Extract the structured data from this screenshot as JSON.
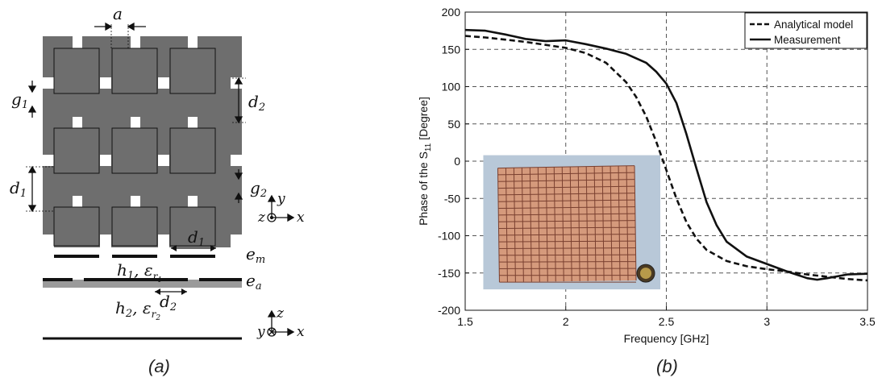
{
  "diagram": {
    "labels": {
      "a": "a",
      "g1": "g",
      "g1_sub": "1",
      "d2_top": "d",
      "d2_top_sub": "2",
      "d1_left": "d",
      "d1_left_sub": "1",
      "g2": "g",
      "g2_sub": "2",
      "axis_y": "y",
      "axis_x": "x",
      "axis_z": "z",
      "d1_side": "d",
      "d1_side_sub": "1",
      "em": "e",
      "em_sub": "m",
      "h1": "h",
      "h1_sub": "1",
      "eps1": "ε",
      "eps1_sub": "r",
      "eps1_subsub": "1",
      "ea": "e",
      "ea_sub": "a",
      "d2_side": "d",
      "d2_side_sub": "2",
      "h2": "h",
      "h2_sub": "2",
      "eps2": "ε",
      "eps2_sub": "r",
      "eps2_subsub": "2",
      "axis2_z": "z",
      "axis2_y": "y",
      "axis2_x": "x"
    },
    "colors": {
      "patch": "#6e6e6e",
      "grid": "#7a7a7a",
      "line": "#111111"
    }
  },
  "chart_data": {
    "type": "line",
    "xlabel": "Frequency [GHz]",
    "ylabel": "Phase of the S",
    "ylabel_sub": "11",
    "ylabel_suffix": " [Degree]",
    "xlim": [
      1.5,
      3.5
    ],
    "ylim": [
      -200,
      200
    ],
    "xticks": [
      1.5,
      2,
      2.5,
      3,
      3.5
    ],
    "xtick_labels": [
      "1.5",
      "2",
      "2.5",
      "3",
      "3.5"
    ],
    "yticks": [
      -200,
      -150,
      -100,
      -50,
      0,
      50,
      100,
      150,
      200
    ],
    "ytick_labels": [
      "-200",
      "-150",
      "-100",
      "-50",
      "0",
      "50",
      "100",
      "150",
      "200"
    ],
    "grid": true,
    "legend_position": "top-right",
    "series": [
      {
        "name": "Analytical model",
        "style": "dashed",
        "x": [
          1.5,
          1.6,
          1.7,
          1.8,
          1.9,
          2.0,
          2.1,
          2.2,
          2.3,
          2.35,
          2.4,
          2.45,
          2.5,
          2.55,
          2.6,
          2.65,
          2.7,
          2.8,
          2.9,
          3.0,
          3.1,
          3.2,
          3.3,
          3.4,
          3.5
        ],
        "y": [
          168,
          166,
          163,
          160,
          156,
          152,
          145,
          132,
          106,
          86,
          60,
          26,
          -12,
          -50,
          -82,
          -104,
          -119,
          -134,
          -141,
          -145,
          -148,
          -152,
          -155,
          -158,
          -160
        ]
      },
      {
        "name": "Measurement",
        "style": "solid",
        "x": [
          1.5,
          1.6,
          1.7,
          1.8,
          1.9,
          2.0,
          2.1,
          2.2,
          2.3,
          2.4,
          2.45,
          2.5,
          2.55,
          2.6,
          2.65,
          2.7,
          2.75,
          2.8,
          2.9,
          3.0,
          3.1,
          3.2,
          3.25,
          3.3,
          3.4,
          3.5
        ],
        "y": [
          176,
          175,
          170,
          164,
          161,
          162,
          157,
          151,
          144,
          132,
          120,
          104,
          78,
          36,
          -10,
          -55,
          -86,
          -108,
          -128,
          -138,
          -148,
          -157,
          -159,
          -157,
          -152,
          -151
        ]
      }
    ]
  },
  "captions": {
    "left": "(a)",
    "right": "(b)"
  },
  "photo": {
    "cells": 17,
    "background": "#b8c8d8",
    "copper": "#d59a7c",
    "line": "#7a4030"
  }
}
